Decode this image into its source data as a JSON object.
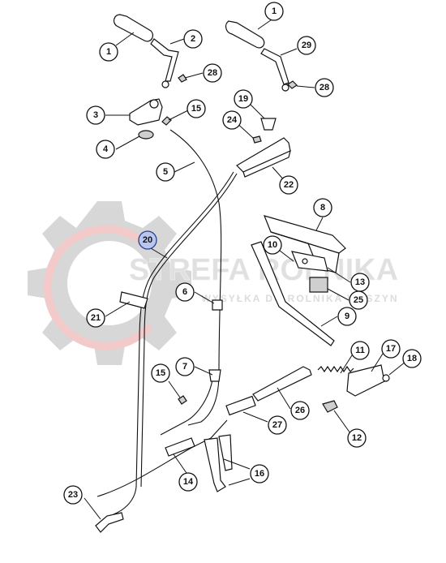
{
  "watermark": {
    "brand": "STREFA ROLNIKA",
    "slogan": "WYSYŁKA DO ROLNIKA WYSZYN",
    "colors": {
      "gear": "#b8b8b8",
      "ring": "#e8a0a0",
      "brand": "#c7c7c7"
    }
  },
  "diagram": {
    "callouts": [
      {
        "label": "1"
      },
      {
        "label": "2"
      },
      {
        "label": "28"
      },
      {
        "label": "3"
      },
      {
        "label": "15"
      },
      {
        "label": "4"
      },
      {
        "label": "5"
      },
      {
        "label": "1"
      },
      {
        "label": "29"
      },
      {
        "label": "28"
      },
      {
        "label": "19"
      },
      {
        "label": "24"
      },
      {
        "label": "22"
      },
      {
        "label": "8"
      },
      {
        "label": "20"
      },
      {
        "label": "10"
      },
      {
        "label": "13"
      },
      {
        "label": "25"
      },
      {
        "label": "6"
      },
      {
        "label": "21"
      },
      {
        "label": "9"
      },
      {
        "label": "7"
      },
      {
        "label": "11"
      },
      {
        "label": "17"
      },
      {
        "label": "18"
      },
      {
        "label": "15"
      },
      {
        "label": "26"
      },
      {
        "label": "27"
      },
      {
        "label": "12"
      },
      {
        "label": "14"
      },
      {
        "label": "16"
      },
      {
        "label": "23"
      }
    ],
    "highlighted_label": "20",
    "highlight_color": "#b9c6ef"
  }
}
